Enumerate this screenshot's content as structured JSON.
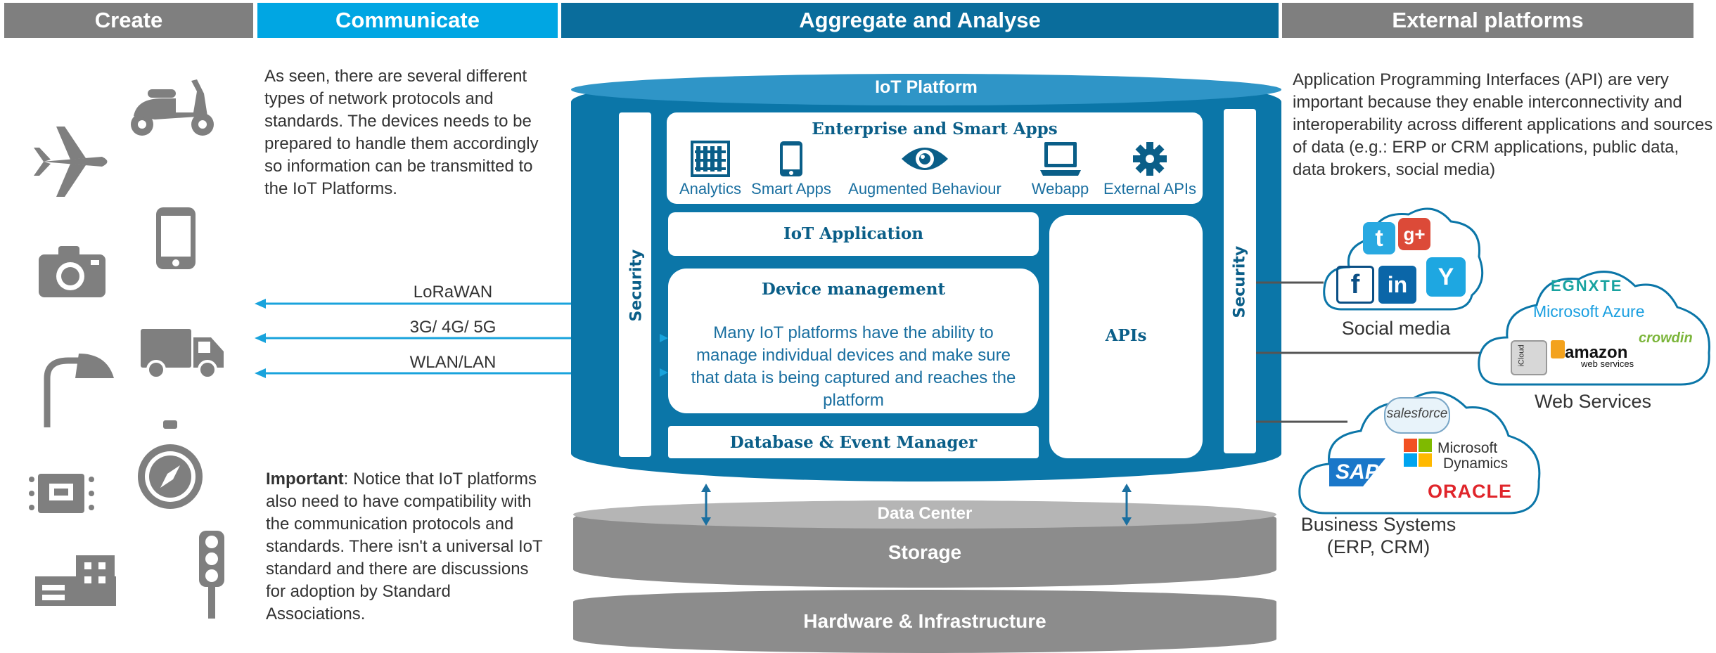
{
  "headers": {
    "create": "Create",
    "communicate": "Communicate",
    "aggregate": "Aggregate and Analyse",
    "external": "External platforms"
  },
  "colors": {
    "header_gray": "#7f7f7f",
    "header_light_blue": "#00a6e3",
    "header_dark_blue": "#0a6d9c",
    "platform_blue": "#0b76a8",
    "storage_gray": "#8c8c8c",
    "text_blue": "#1a6fa0"
  },
  "communicate_text": "As seen, there are several different types of network protocols and standards. The devices needs to be prepared to handle them accordingly so information can be transmitted to the IoT Platforms.",
  "important": {
    "label": "Important",
    "text": ": Notice that IoT platforms also need to have compatibility with the communication protocols and standards. There isn't a universal IoT standard and there are discussions for adoption by Standard Associations."
  },
  "protocols": [
    "LoRaWAN",
    "3G/ 4G/ 5G",
    "WLAN/LAN"
  ],
  "platform": {
    "title": "IoT Platform",
    "security": "Security",
    "enterprise_title": "Enterprise and Smart Apps",
    "apps": [
      "Analytics",
      "Smart Apps",
      "Augmented Behaviour",
      "Webapp",
      "External APIs"
    ],
    "iot_application": "IoT Application",
    "device_management": "Device management",
    "device_management_text": "Many IoT platforms have the ability to manage individual devices and make sure that data is being captured and reaches the platform",
    "database": "Database & Event Manager",
    "apis": "APIs"
  },
  "data_center": {
    "title": "Data Center",
    "storage": "Storage",
    "hardware": "Hardware & Infrastructure"
  },
  "external_text": "Application Programming Interfaces (API) are very important because they enable interconnectivity and interoperability across different applications and sources of data (e.g.: ERP or CRM applications, public data, data brokers, social media)",
  "clouds": {
    "social": {
      "label": "Social media",
      "brands": [
        "f",
        "in",
        "g+"
      ]
    },
    "web": {
      "label": "Web Services",
      "brands": [
        "EGNXTE",
        "Microsoft Azure",
        "crowdin",
        "amazon",
        "web services",
        "iCloud"
      ]
    },
    "business": {
      "label": "Business Systems\n(ERP, CRM)",
      "label_line1": "Business Systems",
      "label_line2": "(ERP, CRM)",
      "brands": [
        "salesforce",
        "SAP",
        "Microsoft",
        "Dynamics",
        "ORACLE"
      ]
    }
  },
  "device_icons": [
    "airplane-icon",
    "scooter-icon",
    "camera-icon",
    "smartphone-icon",
    "street-lamp-icon",
    "truck-icon",
    "chip-icon",
    "compass-icon",
    "factory-icon",
    "traffic-light-icon"
  ]
}
